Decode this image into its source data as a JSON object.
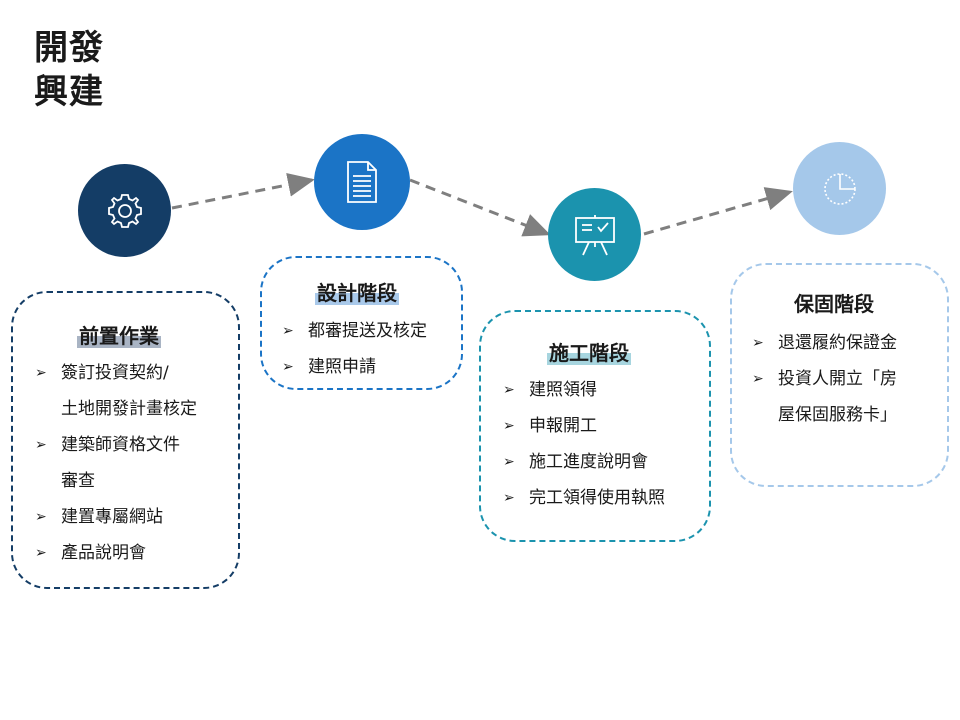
{
  "header": {
    "title_line1": "開發",
    "title_line2": "興建"
  },
  "colors": {
    "stage1": "#143d66",
    "stage2": "#1b74c6",
    "stage3": "#1b93ae",
    "stage4": "#a5c8ea",
    "connector": "#7f7f7f"
  },
  "stages": [
    {
      "icon": "gear-icon",
      "title": "前置作業",
      "items": [
        {
          "lines": [
            "簽訂投資契約/",
            "土地開發計畫核定"
          ]
        },
        {
          "lines": [
            "建築師資格文件",
            "審查"
          ]
        },
        {
          "lines": [
            "建置專屬網站"
          ]
        },
        {
          "lines": [
            "產品說明會"
          ]
        }
      ]
    },
    {
      "icon": "document-icon",
      "title": "設計階段",
      "items": [
        {
          "lines": [
            "都審提送及核定"
          ]
        },
        {
          "lines": [
            "建照申請"
          ]
        }
      ]
    },
    {
      "icon": "presentation-board-icon",
      "title": "施工階段",
      "items": [
        {
          "lines": [
            "建照領得"
          ]
        },
        {
          "lines": [
            "申報開工"
          ]
        },
        {
          "lines": [
            "施工進度說明會"
          ]
        },
        {
          "lines": [
            "完工領得使用執照"
          ]
        }
      ]
    },
    {
      "icon": "pie-chart-icon",
      "title": "保固階段",
      "items": [
        {
          "lines": [
            "退還履約保證金"
          ]
        },
        {
          "lines": [
            "投資人開立「房",
            "屋保固服務卡」"
          ]
        }
      ]
    }
  ]
}
